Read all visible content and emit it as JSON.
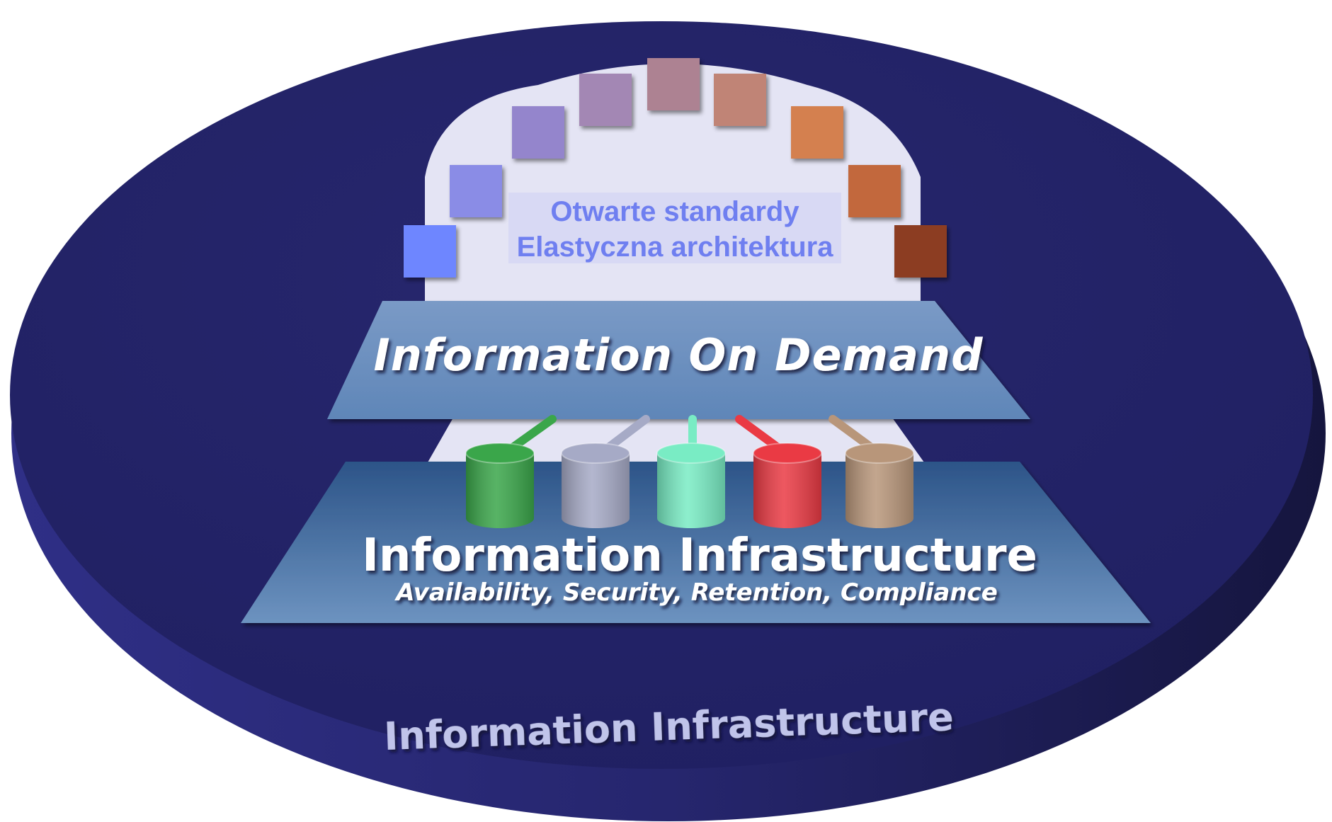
{
  "standards": {
    "line1": "Otwarte standardy",
    "line2": "Elastyczna architektura",
    "text_color": "#6f7ff0"
  },
  "demand_layer": {
    "label": "Information On Demand",
    "color": "#6a8fbc"
  },
  "infra_layer": {
    "title": "Information Infrastructure",
    "subtitle": "Availability, Security, Retention, Compliance",
    "color": "#4a74a8"
  },
  "disc": {
    "label": "Information Infrastructure",
    "color": "#24246a",
    "edge_color": "#2f2f80"
  },
  "arch_blocks": {
    "colors": [
      "#6e86ff",
      "#8a8ce6",
      "#9485cc",
      "#a387b4",
      "#ad8292",
      "#c08476",
      "#d48050",
      "#c2683e",
      "#8c3e22"
    ]
  },
  "cylinders": {
    "colors": [
      "#3aa64a",
      "#a6aac6",
      "#79ecc4",
      "#ea3a44",
      "#b8967a"
    ]
  }
}
